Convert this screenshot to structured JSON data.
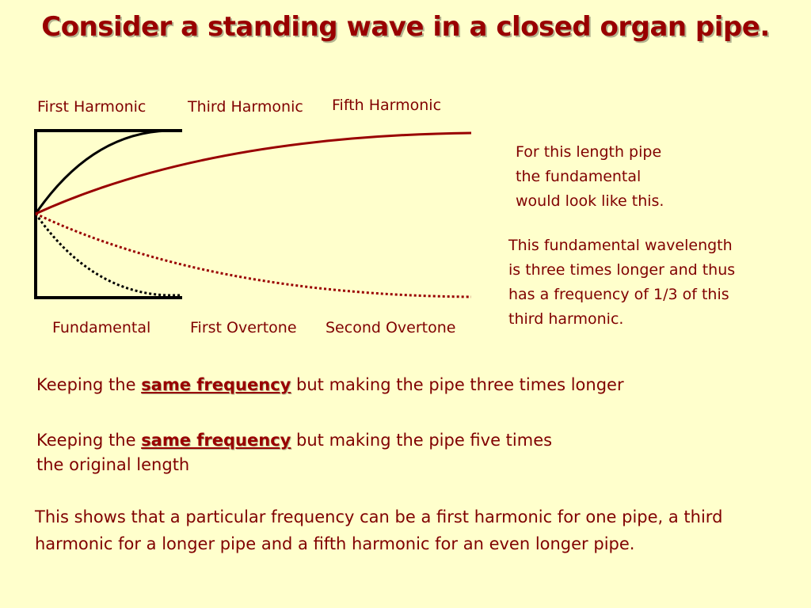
{
  "title": "Consider a standing wave in a closed organ pipe.",
  "top_labels": {
    "first": "First Harmonic",
    "third": "Third Harmonic",
    "fifth": "Fifth Harmonic"
  },
  "bottom_labels": {
    "fundamental": "Fundamental",
    "first_overtone": "First Overtone",
    "second_overtone": "Second Overtone"
  },
  "note_fundamental": {
    "lines": [
      "For this length pipe",
      "the fundamental",
      "would look like this."
    ]
  },
  "note_wavelength": {
    "lines": [
      "This fundamental wavelength",
      "is three times longer and thus",
      "has a frequency of 1/3 of this",
      "third harmonic."
    ]
  },
  "keeping1": {
    "prefix": "Keeping the ",
    "emphasis": "same frequency",
    "suffix": " but making the pipe three times longer"
  },
  "keeping2": {
    "prefix": "Keeping the ",
    "emphasis": "same frequency",
    "suffix": " but making the pipe five times",
    "line2": "the original length"
  },
  "conclusion": "This shows that a particular frequency can be a first harmonic for one pipe, a third harmonic for a longer pipe and a fifth harmonic for an even longer pipe.",
  "colors": {
    "background": "#ffffcc",
    "text": "#800000",
    "pipe": "#000000",
    "long_wave": "#990000"
  }
}
